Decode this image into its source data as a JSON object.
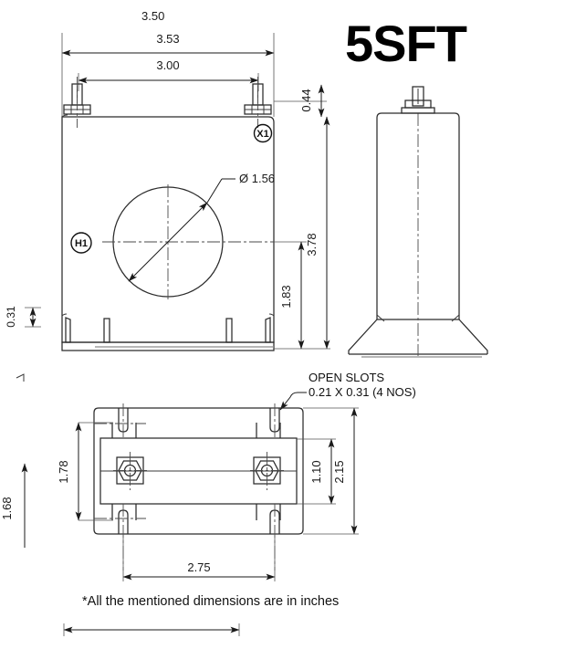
{
  "drawing": {
    "title": "5SFT",
    "note": "*All the mentioned dimensions are in inches",
    "slot_note_line1": "OPEN SLOTS",
    "slot_note_line2": "0.21 X 0.31 (4 NOS)",
    "hole_callout": "Ø 1.56"
  },
  "terminals": {
    "h1": "H1",
    "x1": "X1"
  },
  "dimensions": {
    "top_overall_cut": "3.50",
    "front_width_outer": "3.53",
    "front_width_studs": "3.00",
    "stud_height": "0.44",
    "front_height_total": "3.78",
    "center_to_base": "1.83",
    "left_small": "0.31",
    "left_lower": "1.68",
    "bottom_depth_outer": "1.78",
    "bottom_depth_inner": "1.10",
    "bottom_depth_overall": "2.15",
    "bottom_width_centers": "2.75"
  },
  "colors": {
    "object_line": "#2b2b2b",
    "dimension_line": "#1a1a1a",
    "extension_line": "#555555",
    "center_line": "#4a4a4a",
    "background": "#ffffff",
    "text": "#111111"
  }
}
